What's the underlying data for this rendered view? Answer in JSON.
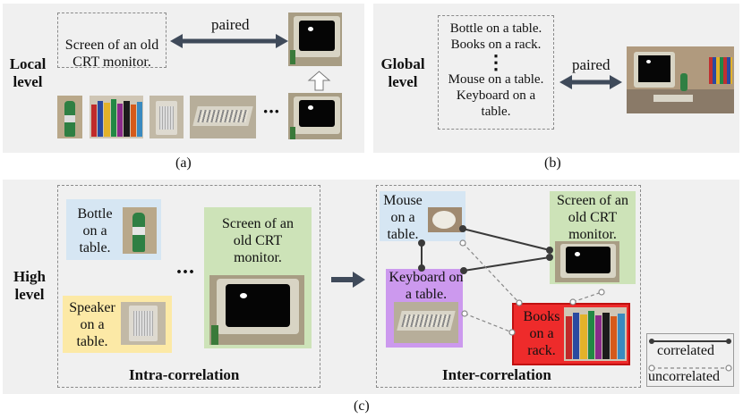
{
  "panel_a": {
    "level_label": "Local\nlevel",
    "caption_text": "Screen of an old\nCRT monitor.",
    "pair_label": "paired",
    "ellipsis": "···",
    "sub_caption": "(a)"
  },
  "panel_b": {
    "level_label": "Global\nlevel",
    "captions_top": "Bottle on a table.\nBooks on a rack.",
    "vertical_ellipsis": "⋮",
    "captions_bottom": "Mouse on a table.\nKeyboard on a\ntable.",
    "pair_label": "paired",
    "sub_caption": "(b)"
  },
  "panel_c": {
    "level_label": "High\nlevel",
    "intra": {
      "bottle_caption": "Bottle\non a\ntable.",
      "speaker_caption": "Speaker\non a\ntable.",
      "monitor_caption": "Screen of an\nold CRT\nmonitor.",
      "ellipsis": "···",
      "title": "Intra-correlation"
    },
    "inter": {
      "mouse_caption": "Mouse\non a\ntable.",
      "keyboard_caption": "Keyboard on\na table.",
      "monitor_caption": "Screen of an\nold CRT\nmonitor.",
      "books_caption": "Books\non a\nrack.",
      "title": "Inter-correlation"
    },
    "legend": {
      "correlated": "correlated",
      "uncorrelated": "uncorrelated"
    },
    "sub_caption": "(c)"
  },
  "colors": {
    "panel_bg": "#f0f0f0",
    "blue_box": "#d6e6f3",
    "green_box": "#cde3b8",
    "yellow_box": "#fce9a6",
    "purple_box": "#cc99ee",
    "red_box": "#ee2b2b",
    "arrow": "#3f4a5a"
  }
}
